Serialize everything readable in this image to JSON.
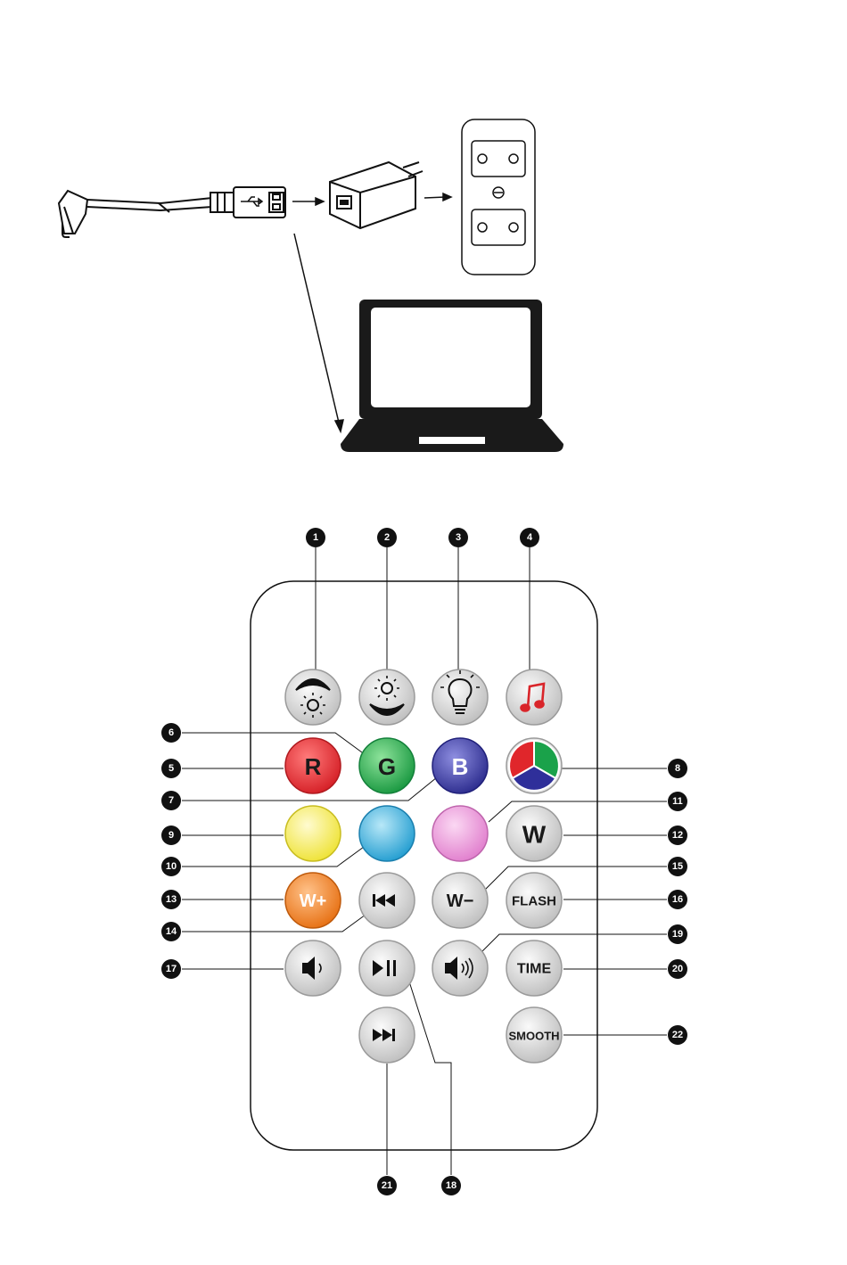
{
  "colors": {
    "ink": "#111111",
    "red": "#e0262b",
    "green": "#1aa24a",
    "blue": "#2f2f9a",
    "yellow": "#f3ea3a",
    "cyan": "#2aa8d8",
    "pink": "#e98ad8",
    "orange": "#ee7a1c",
    "grey_button": "#d6d6d6",
    "music": "#d9252a"
  },
  "buttons": {
    "r": "R",
    "g": "G",
    "b": "B",
    "w": "W",
    "w_plus": "W+",
    "w_minus": "W−",
    "flash": "FLASH",
    "time": "TIME",
    "smooth": "SMOOTH"
  },
  "icons": {
    "usb_cable": "usb-cable-icon",
    "adapter": "power-adapter-icon",
    "socket": "wall-socket-icon",
    "laptop": "laptop-icon",
    "brightness_up": "brightness-up-icon",
    "brightness_down": "brightness-down-icon",
    "bulb": "bulb-icon",
    "music": "music-note-icon",
    "rgb": "rgb-cycle-icon",
    "prev": "previous-track-icon",
    "next": "next-track-icon",
    "play_pause": "play-pause-icon",
    "vol_down": "volume-down-icon",
    "vol_up": "volume-up-icon"
  },
  "callouts": [
    "1",
    "2",
    "3",
    "4",
    "5",
    "6",
    "7",
    "8",
    "9",
    "10",
    "11",
    "12",
    "13",
    "14",
    "15",
    "16",
    "17",
    "18",
    "19",
    "20",
    "21",
    "22"
  ]
}
